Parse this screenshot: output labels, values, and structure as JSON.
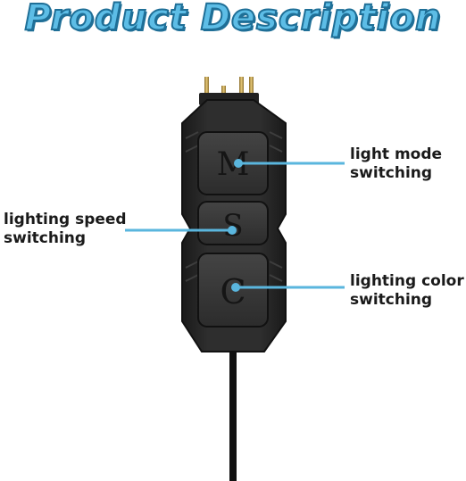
{
  "title": "Product Description",
  "buttons": [
    {
      "letter": "M"
    },
    {
      "letter": "S"
    },
    {
      "letter": "C"
    }
  ],
  "labels": {
    "mode": [
      "light mode",
      "switching"
    ],
    "speed": [
      "lighting speed",
      "switching"
    ],
    "color": [
      "lighting color",
      "switching"
    ]
  },
  "colors": {
    "title": "#5dbde6",
    "title_outline": "#1f6f97",
    "callout_line": "#5ab6de",
    "device_body": "#2b2b2b",
    "button_face": "#3a3a3a"
  }
}
